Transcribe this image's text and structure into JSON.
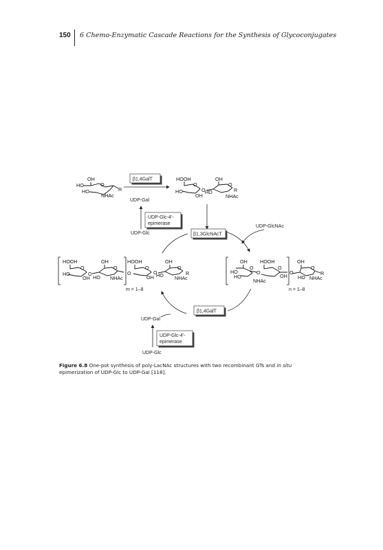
{
  "header": {
    "page_number": "150",
    "running_title": "6  Chemo-Enzymatic Cascade Reactions for the Synthesis of Glycoconjugates"
  },
  "scheme": {
    "enzymes": {
      "galt_top": "β1,4GalT",
      "glcnact": "β1,3GlcNAcT",
      "galt_bottom": "β1,4GalT",
      "epimerase_top_l1": "UDP-Glc-4'-",
      "epimerase_top_l2": "epimerase",
      "epimerase_bottom_l1": "UDP-Glc-4'-",
      "epimerase_bottom_l2": "epimerase"
    },
    "cofactors": {
      "udp_gal_top": "UDP-Gal",
      "udp_glc_top": "UDP-Glc",
      "udp_glcnac": "UDP-GlcNAc",
      "udp_gal_bottom": "UDP-Gal",
      "udp_glc_bottom": "UDP-Glc"
    },
    "repeat_left": "m = 1–8",
    "repeat_right": "n = 1–8",
    "atoms": {
      "oh": "OH",
      "ho": "HO",
      "hooh": "HOOH",
      "o": "O",
      "r": "R",
      "nhac": "NHAc"
    }
  },
  "caption": {
    "label": "Figure 6.8",
    "text_1": "One-pot synthesis of poly-LacNAc structures with two recombinant GTs and",
    "text_italic": "in situ",
    "text_2": "epimerization of UDP-Glc to UDP-Gal [118]."
  }
}
